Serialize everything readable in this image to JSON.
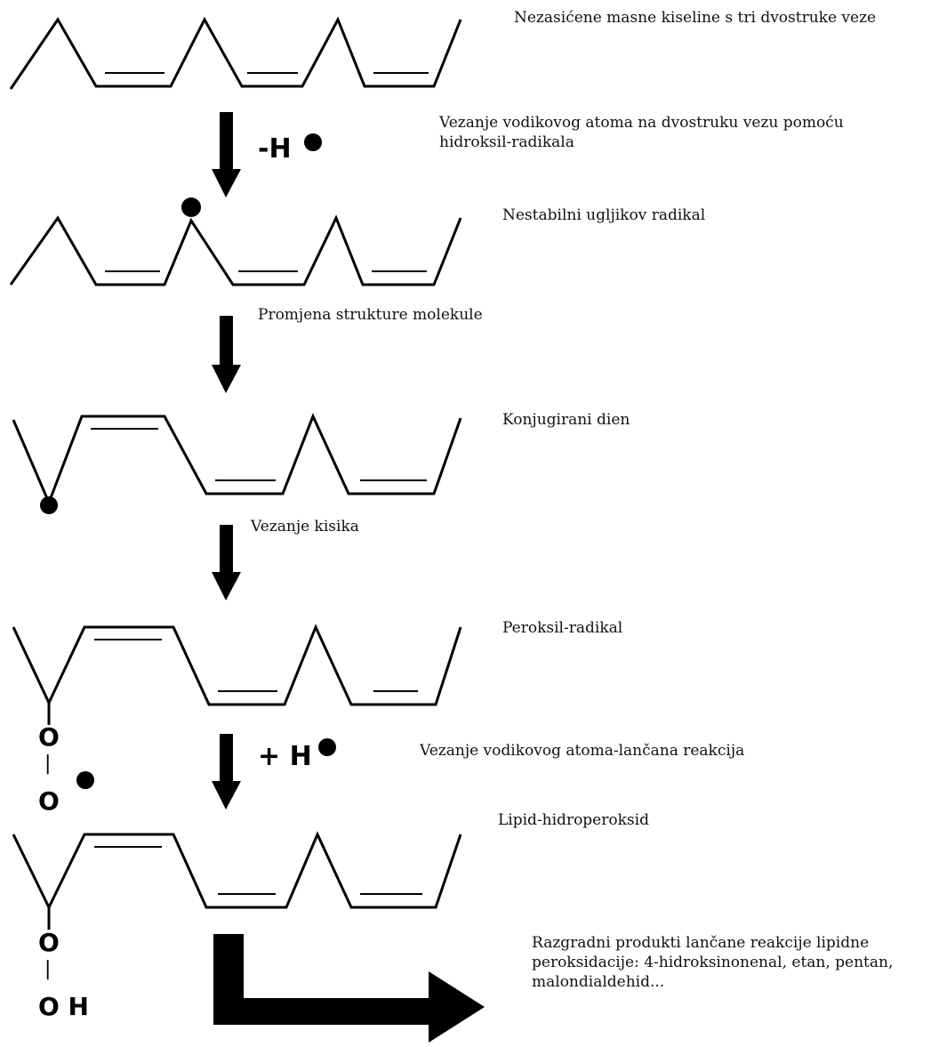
{
  "colors": {
    "ink": "#000000",
    "background": "#ffffff"
  },
  "steps": [
    {
      "label": "Nezasićene masne kiseline s tri dvostruke veze"
    },
    {
      "label": "Vezanje vodikovog atoma na dvostruku vezu pomoću hidroksil-radikala",
      "line1": "Vezanje vodikovog atoma na dvostruku vezu pomoću",
      "line2": "hidroksil-radikala",
      "reagent": "-H"
    },
    {
      "label": "Nestabilni ugljikov radikal"
    },
    {
      "label": "Promjena strukture molekule"
    },
    {
      "label": "Konjugirani dien"
    },
    {
      "label": "Vezanje kisika"
    },
    {
      "label": "Peroksil-radikal"
    },
    {
      "label": "Vezanje vodikovog atoma-lančana reakcija",
      "reagent": "+ H"
    },
    {
      "label": "Lipid-hidroperoksid"
    },
    {
      "label": "Razgradni produkti lančane reakcije lipidne peroksidacije: 4-hidroksinonenal, etan, pentan, malondialdehid...",
      "line1": "Razgradni produkti lančane reakcije lipidne",
      "line2": "peroksidacije: 4-hidroksinonenal, etan, pentan,",
      "line3": "malondialdehid..."
    }
  ],
  "atoms": {
    "peroxyl_o1": "O",
    "peroxyl_bond": "|",
    "peroxyl_o2": "O",
    "hydroperoxide_o1": "O",
    "hydroperoxide_bond": "|",
    "hydroperoxide_oh": "O H"
  }
}
